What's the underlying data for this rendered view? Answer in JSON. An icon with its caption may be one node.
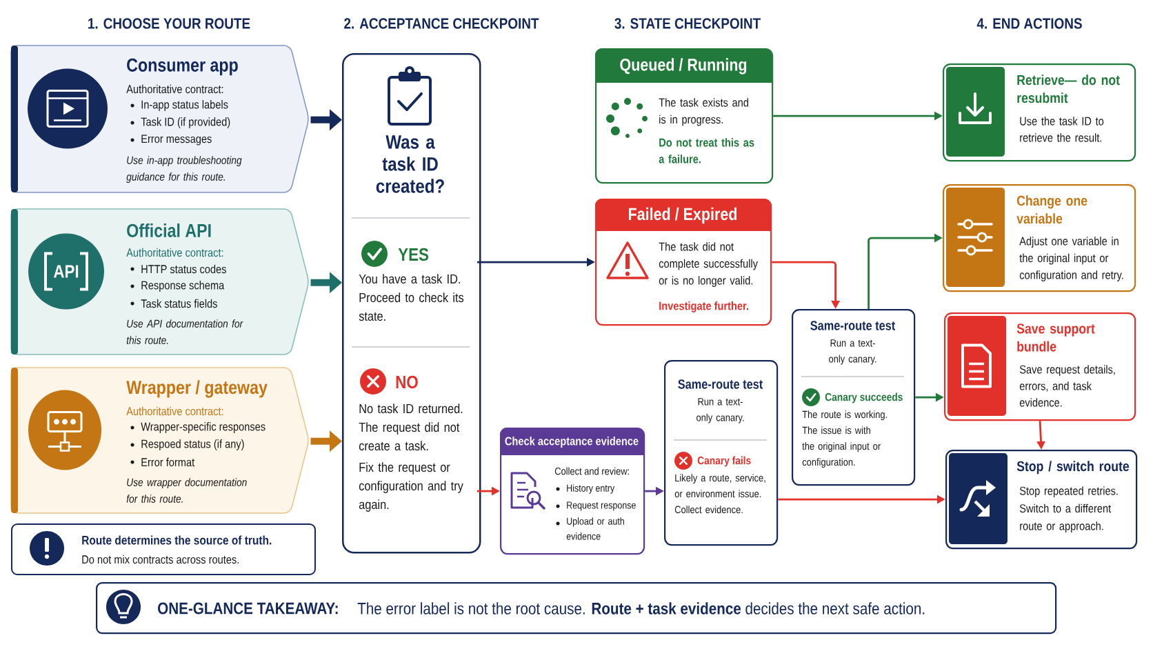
{
  "diagram": {
    "nodes": [
      {
        "text": [
          "Consumer app",
          "Authoritative contract:",
          "In-app status labels",
          "Task ID (if provided)",
          "Error messages",
          "Use in-app troubleshooting guidance for this route."
        ]
      },
      {
        "text": [
          "Official API",
          "Authoritative contract:",
          "HTTP status codes",
          "Response schema",
          "Task status fields",
          "Use API documentation for this route.",
          "API"
        ]
      },
      {
        "text": [
          "Wrapper / gateway",
          "Authoritative contract:",
          "Wrapper-specific responses",
          "Respoed status (if any)",
          "Error format",
          "Use wrapper documentation for this route."
        ]
      },
      {
        "text": [
          "Route determines the source of truth.",
          "Do not mix contracts across routes."
        ]
      },
      {
        "text": [
          "Was a task ID created?"
        ]
      },
      {
        "text": [
          "YES",
          "You have a task ID. Proceed to check its state."
        ],
        "in": 4
      },
      {
        "text": [
          "NO",
          "No task ID returned. The request did not create a task.",
          "Fix the request or configuration and try again."
        ],
        "in": 4
      },
      {
        "text": [
          "Queued / Running",
          "The task exists and is in progress.",
          "Do not treat this as a failure."
        ]
      },
      {
        "text": [
          "Failed / Expired",
          "The task did not complete successfully or is no longer valid.",
          "Investigate further."
        ]
      },
      {
        "text": [
          "Check acceptance evidence",
          "Collect and review:",
          "History entry",
          "Request response",
          "Upload or auth evidence"
        ]
      },
      {
        "text": [
          "Same-route test",
          "Run a text-only canary.",
          "Canary fails",
          "Likely a route, service, or environment issue. Collect evidence."
        ]
      },
      {
        "text": [
          "Same-route test",
          "Run a text-only canary.",
          "Canary succeeds",
          "The route is working. The issue is with the original input or configuration."
        ]
      },
      {
        "text": [
          "Retrieve— do not resubmit",
          "Use the task ID to retrieve the result."
        ]
      },
      {
        "text": [
          "Change one variable",
          "Adjust one variable in the original input or configuration and retry."
        ]
      },
      {
        "text": [
          "Save support bundle",
          "Save request details, errors, and task evidence."
        ]
      },
      {
        "text": [
          "Stop / switch route",
          "Stop repeated retries. Switch to a different route or approach."
        ]
      },
      {
        "text": [
          "ONE-GLANCE TAKEAWAY:",
          "The error label is not the root cause. **Route + task evidence** decides the next safe action."
        ]
      }
    ],
    "edges": [
      {
        "from": 0,
        "to": 4,
        "arrow": "to",
        "style": "thick",
        "color": "#14285a"
      },
      {
        "from": 1,
        "to": 4,
        "arrow": "to",
        "style": "thick",
        "color": "#1f6f6b"
      },
      {
        "from": 2,
        "to": 4,
        "arrow": "to",
        "style": "thick",
        "color": "#c57614"
      },
      {
        "from": 5,
        "to": 8,
        "arrow": "to",
        "color": "#14285a"
      },
      {
        "from": 6,
        "to": 9,
        "arrow": "to",
        "color": "#e2312b"
      },
      {
        "from": 9,
        "to": 10,
        "arrow": "to",
        "color": "#5b3a96"
      },
      {
        "from": 7,
        "to": 12,
        "arrow": "to",
        "color": "#217a3c"
      },
      {
        "from": 8,
        "to": 11,
        "arrow": "to",
        "color": "#e2312b"
      },
      {
        "from": 11,
        "to": 13,
        "arrow": "to",
        "color": "#217a3c"
      },
      {
        "from": 11,
        "to": 14,
        "arrow": "to",
        "color": "#217a3c"
      },
      {
        "from": 14,
        "to": 15,
        "arrow": "to",
        "color": "#e2312b"
      },
      {
        "from": 10,
        "to": 15,
        "arrow": "to",
        "color": "#e2312b"
      }
    ],
    "labels": [
      "1. CHOOSE YOUR ROUTE",
      "2. ACCEPTANCE CHECKPOINT",
      "3. STATE CHECKPOINT",
      "4. END ACTIONS"
    ]
  }
}
